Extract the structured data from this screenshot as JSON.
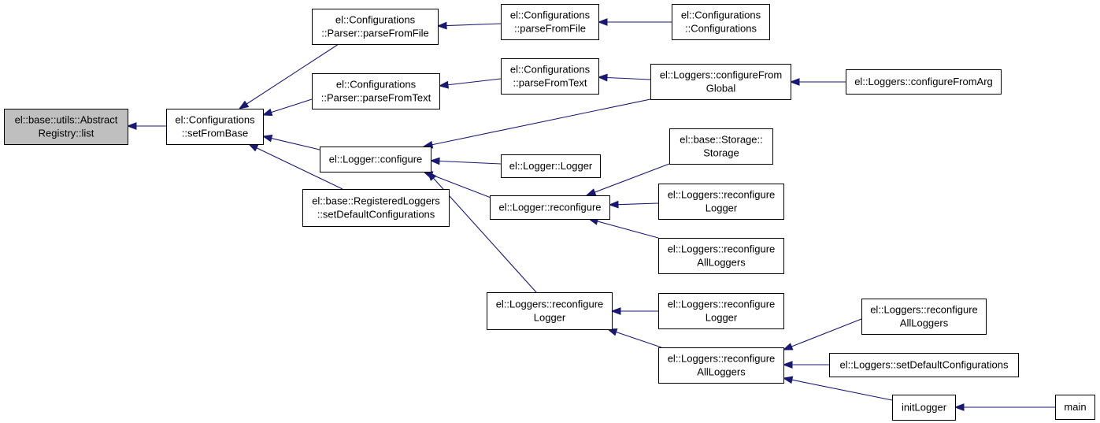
{
  "colors": {
    "edge": "#191970",
    "root_fill": "#bfbfbf",
    "node_fill": "#ffffff",
    "node_border": "#000000"
  },
  "nodes": [
    {
      "id": "n0",
      "name": "abstract-registry-list",
      "lines": [
        "el::base::utils::Abstract",
        "Registry::list"
      ],
      "root": true
    },
    {
      "id": "n1",
      "name": "configurations-setfrombase",
      "lines": [
        "el::Configurations",
        "::setFromBase"
      ]
    },
    {
      "id": "n2",
      "name": "configurations-parser-parsefromfile",
      "lines": [
        "el::Configurations",
        "::Parser::parseFromFile"
      ]
    },
    {
      "id": "n3",
      "name": "configurations-parser-parsefromtext",
      "lines": [
        "el::Configurations",
        "::Parser::parseFromText"
      ]
    },
    {
      "id": "n4",
      "name": "logger-configure",
      "lines": [
        "el::Logger::configure"
      ]
    },
    {
      "id": "n5",
      "name": "registeredloggers-setdefaultconfigurations",
      "lines": [
        "el::base::RegisteredLoggers",
        "::setDefaultConfigurations"
      ]
    },
    {
      "id": "n6",
      "name": "configurations-parsefromfile",
      "lines": [
        "el::Configurations",
        "::parseFromFile"
      ]
    },
    {
      "id": "n7",
      "name": "configurations-configurations",
      "lines": [
        "el::Configurations",
        "::Configurations"
      ]
    },
    {
      "id": "n8",
      "name": "configurations-parsefromtext",
      "lines": [
        "el::Configurations",
        "::parseFromText"
      ]
    },
    {
      "id": "n9",
      "name": "loggers-configurefromglobal",
      "lines": [
        "el::Loggers::configureFrom",
        "Global"
      ]
    },
    {
      "id": "n10",
      "name": "loggers-configurefromarg",
      "lines": [
        "el::Loggers::configureFromArg"
      ]
    },
    {
      "id": "n11",
      "name": "logger-logger",
      "lines": [
        "el::Logger::Logger"
      ]
    },
    {
      "id": "n12",
      "name": "logger-reconfigure",
      "lines": [
        "el::Logger::reconfigure"
      ]
    },
    {
      "id": "n13",
      "name": "storage-storage",
      "lines": [
        "el::base::Storage::",
        "Storage"
      ]
    },
    {
      "id": "n14",
      "name": "loggers-reconfigurelogger-a",
      "lines": [
        "el::Loggers::reconfigure",
        "Logger"
      ]
    },
    {
      "id": "n15",
      "name": "loggers-reconfigureallloggers-a",
      "lines": [
        "el::Loggers::reconfigure",
        "AllLoggers"
      ]
    },
    {
      "id": "n16",
      "name": "loggers-reconfigurelogger-b",
      "lines": [
        "el::Loggers::reconfigure",
        "Logger"
      ]
    },
    {
      "id": "n17",
      "name": "loggers-reconfigurelogger-c",
      "lines": [
        "el::Loggers::reconfigure",
        "Logger"
      ]
    },
    {
      "id": "n18",
      "name": "loggers-reconfigureallloggers-b",
      "lines": [
        "el::Loggers::reconfigure",
        "AllLoggers"
      ]
    },
    {
      "id": "n19",
      "name": "loggers-reconfigureallloggers-c",
      "lines": [
        "el::Loggers::reconfigure",
        "AllLoggers"
      ]
    },
    {
      "id": "n20",
      "name": "loggers-setdefaultconfigurations",
      "lines": [
        "el::Loggers::setDefaultConfigurations"
      ]
    },
    {
      "id": "n21",
      "name": "initlogger",
      "lines": [
        "initLogger"
      ]
    },
    {
      "id": "n22",
      "name": "main",
      "lines": [
        "main"
      ]
    }
  ],
  "edges": [
    {
      "from": "n1",
      "to": "n0"
    },
    {
      "from": "n2",
      "to": "n1"
    },
    {
      "from": "n3",
      "to": "n1"
    },
    {
      "from": "n4",
      "to": "n1"
    },
    {
      "from": "n5",
      "to": "n1"
    },
    {
      "from": "n6",
      "to": "n2"
    },
    {
      "from": "n7",
      "to": "n6"
    },
    {
      "from": "n8",
      "to": "n3"
    },
    {
      "from": "n9",
      "to": "n8"
    },
    {
      "from": "n9",
      "to": "n4"
    },
    {
      "from": "n10",
      "to": "n9"
    },
    {
      "from": "n11",
      "to": "n4"
    },
    {
      "from": "n12",
      "to": "n4"
    },
    {
      "from": "n16",
      "to": "n4"
    },
    {
      "from": "n13",
      "to": "n12"
    },
    {
      "from": "n14",
      "to": "n12"
    },
    {
      "from": "n15",
      "to": "n12"
    },
    {
      "from": "n17",
      "to": "n16"
    },
    {
      "from": "n18",
      "to": "n16"
    },
    {
      "from": "n19",
      "to": "n18"
    },
    {
      "from": "n20",
      "to": "n18"
    },
    {
      "from": "n21",
      "to": "n18"
    },
    {
      "from": "n22",
      "to": "n21"
    }
  ]
}
